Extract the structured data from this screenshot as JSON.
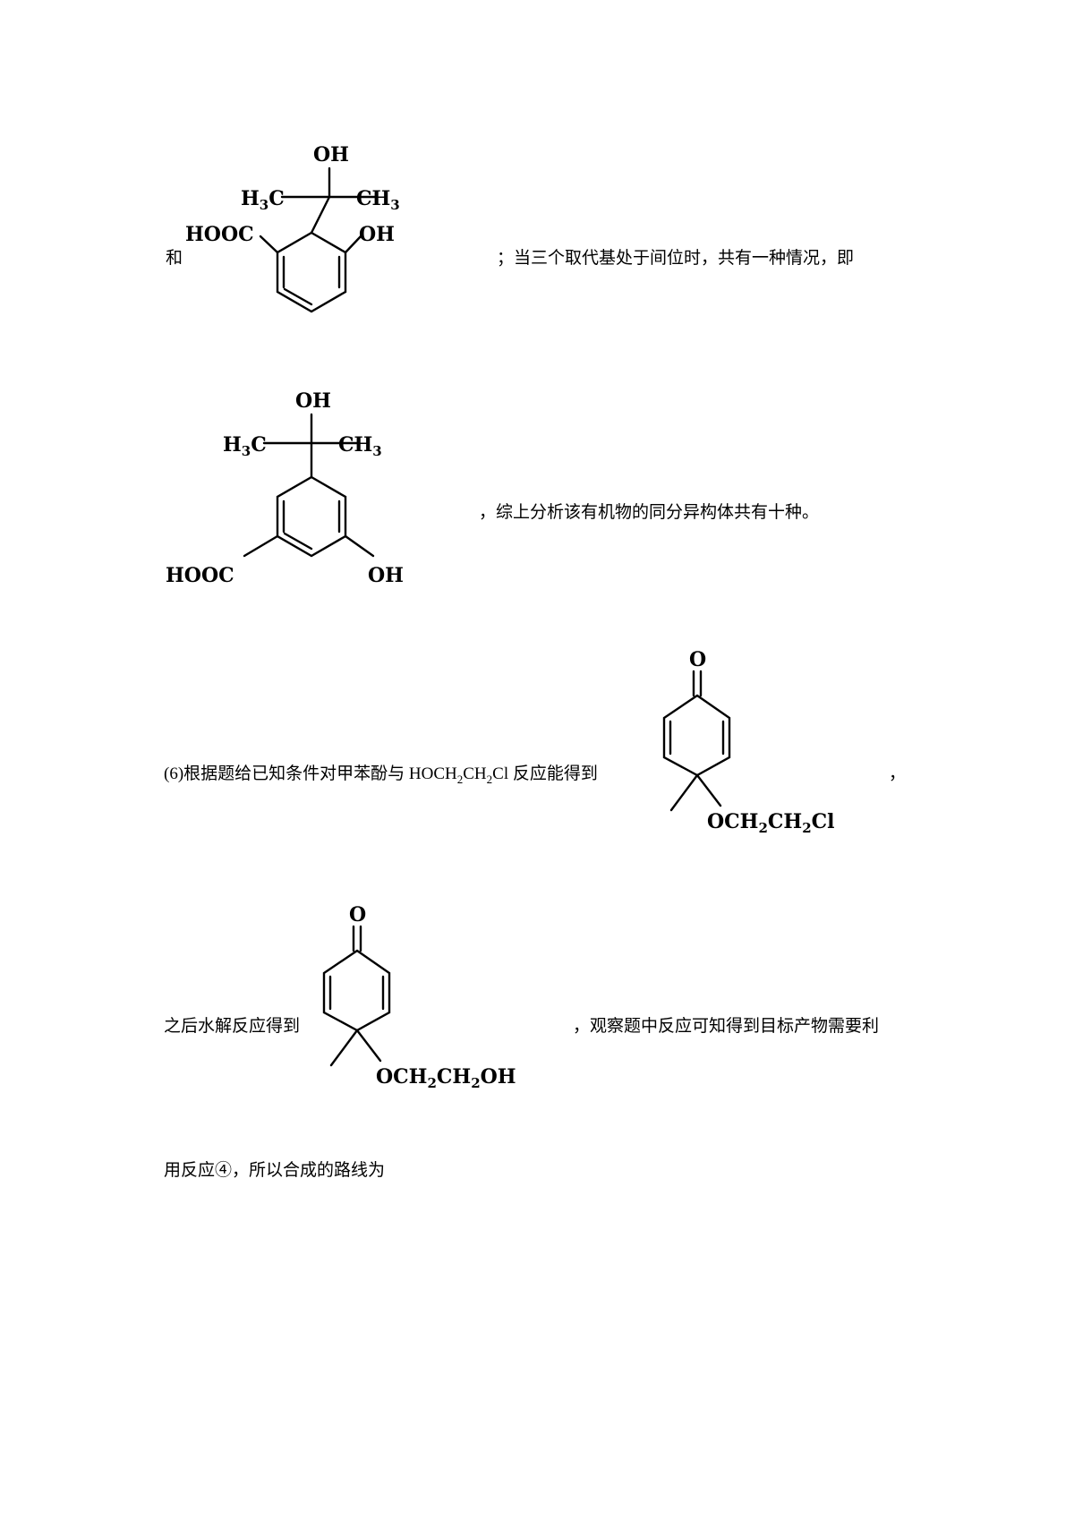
{
  "text": {
    "line1_pre": "和",
    "line1_post": "；当三个取代基处于间位时，共有一种情况，即",
    "line2_post": "，综上分析该有机物的同分异构体共有十种。",
    "line3_pre": "(6)根据题给已知条件对甲苯酚与 HOCH",
    "line3_post": "Cl 反应能得到",
    "line3_end": "，",
    "line4_pre": "之后水解反应得到",
    "line4_post": "，观察题中反应可知得到目标产物需要利",
    "line5": "用反应④，所以合成的路线为"
  },
  "formula": {
    "sub2": "2",
    "ch": "CH"
  },
  "molecules": {
    "m1": {
      "top": "OH",
      "left": "H",
      "sub3": "3",
      "c": "C",
      "right": "CH",
      "ring_left": "HOOC",
      "ring_right": "OH"
    },
    "m2": {
      "top": "OH",
      "left": "H",
      "sub3": "3",
      "c": "C",
      "right": "CH",
      "ring_left": "HOOC",
      "ring_right": "OH"
    },
    "m3": {
      "top": "O",
      "sub_o": "OCH",
      "sub2": "2",
      "sub_ch": "CH",
      "sub_end": "Cl"
    },
    "m4": {
      "top": "O",
      "sub_o": "OCH",
      "sub2": "2",
      "sub_ch": "CH",
      "sub_end": "OH"
    }
  }
}
